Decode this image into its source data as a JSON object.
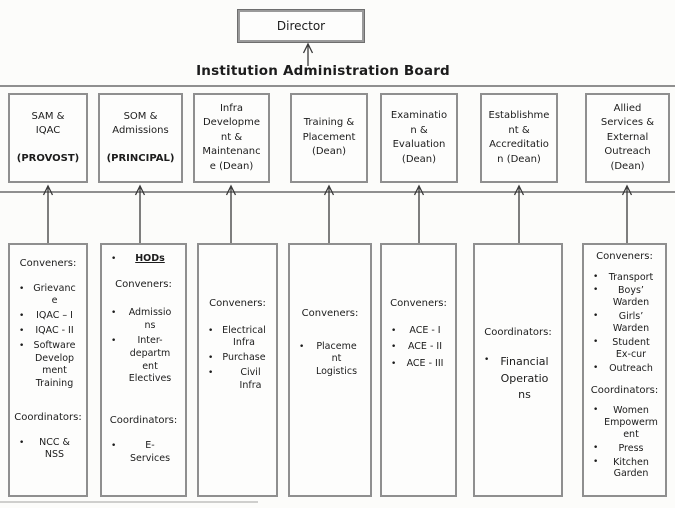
{
  "page": {
    "director_label": "Director",
    "board_title": "Institution Administration Board"
  },
  "colors": {
    "box_border": "#8f8f8f",
    "text": "#1c1c1c",
    "background": "#fcfcfa"
  },
  "departments": [
    {
      "title": "SAM &\nIQAC",
      "head": "(PROVOST)"
    },
    {
      "title": "SOM &\nAdmissions",
      "head": "(PRINCIPAL)"
    },
    {
      "title": "Infra\nDevelopme\nnt &\nMaintenanc\ne (Dean)"
    },
    {
      "title": "Training &\nPlacement\n(Dean)"
    },
    {
      "title": "Examinatio\nn &\nEvaluation\n(Dean)"
    },
    {
      "title": "Establishme\nnt &\nAccreditatio\nn (Dean)"
    },
    {
      "title": "Allied\nServices &\nExternal\nOutreach\n(Dean)"
    }
  ],
  "units": [
    {
      "sections": [
        {
          "heading": "Conveners:",
          "items": [
            "Grievanc\ne",
            "IQAC – I",
            "IQAC - II",
            "Software\nDevelop\nment\nTraining"
          ]
        },
        {
          "heading": "Coordinators:",
          "items": [
            "NCC &\nNSS"
          ]
        }
      ]
    },
    {
      "pre_items": [
        "HODs"
      ],
      "sections": [
        {
          "heading": "Conveners:",
          "items": [
            "Admissio\nns",
            "Inter-\ndepartm\nent\nElectives"
          ]
        },
        {
          "heading": "Coordinators:",
          "items": [
            "E-\nServices"
          ]
        }
      ]
    },
    {
      "sections": [
        {
          "heading": "Conveners:",
          "items": [
            "Electrical\nInfra",
            "Purchase",
            "Civil\nInfra"
          ]
        }
      ]
    },
    {
      "sections": [
        {
          "heading": "Conveners:",
          "items": [
            "Placeme\nnt\nLogistics"
          ]
        }
      ]
    },
    {
      "sections": [
        {
          "heading": "Conveners:",
          "items": [
            "ACE - I",
            "ACE - II",
            "ACE - III"
          ]
        }
      ]
    },
    {
      "sections": [
        {
          "heading": "Coordinators:",
          "items": [
            "Financial\nOperatio\nns"
          ]
        }
      ]
    },
    {
      "sections": [
        {
          "heading": "Conveners:",
          "items": [
            "Transport",
            "Boys’\nWarden",
            "Girls’\nWarden",
            "Student\nEx-cur",
            "Outreach"
          ]
        },
        {
          "heading": "Coordinators:",
          "items": [
            "Women\nEmpowerm\nent",
            "Press",
            "Kitchen\nGarden"
          ]
        }
      ]
    }
  ]
}
